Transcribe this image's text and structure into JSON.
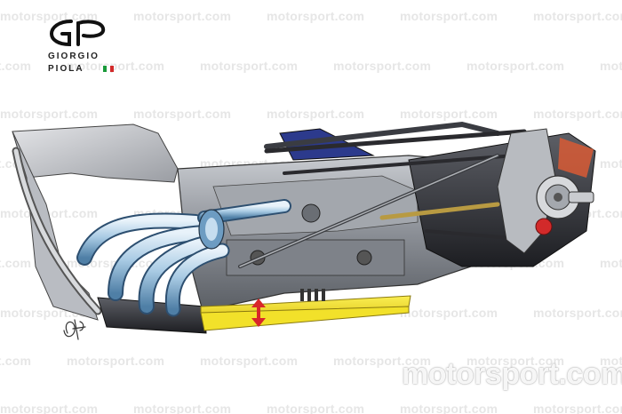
{
  "watermark": {
    "text": "motorsport.com"
  },
  "logo": {
    "line1": "GIORGIO",
    "line2": "PIOLA",
    "flag_colors": [
      "#1a9a3a",
      "#ffffff",
      "#d22a2a"
    ]
  },
  "brand_watermark": {
    "text": "motorsport.com"
  },
  "colors": {
    "highlight_yellow": "#f2e12a",
    "exhaust_blue": "#9ec4e0",
    "body_grey": "#6f737a",
    "dark_floor": "#2a2a2e",
    "arrow_red": "#d8262a",
    "airbox_blue": "#2c3a8c",
    "signature_ink": "#333333"
  }
}
